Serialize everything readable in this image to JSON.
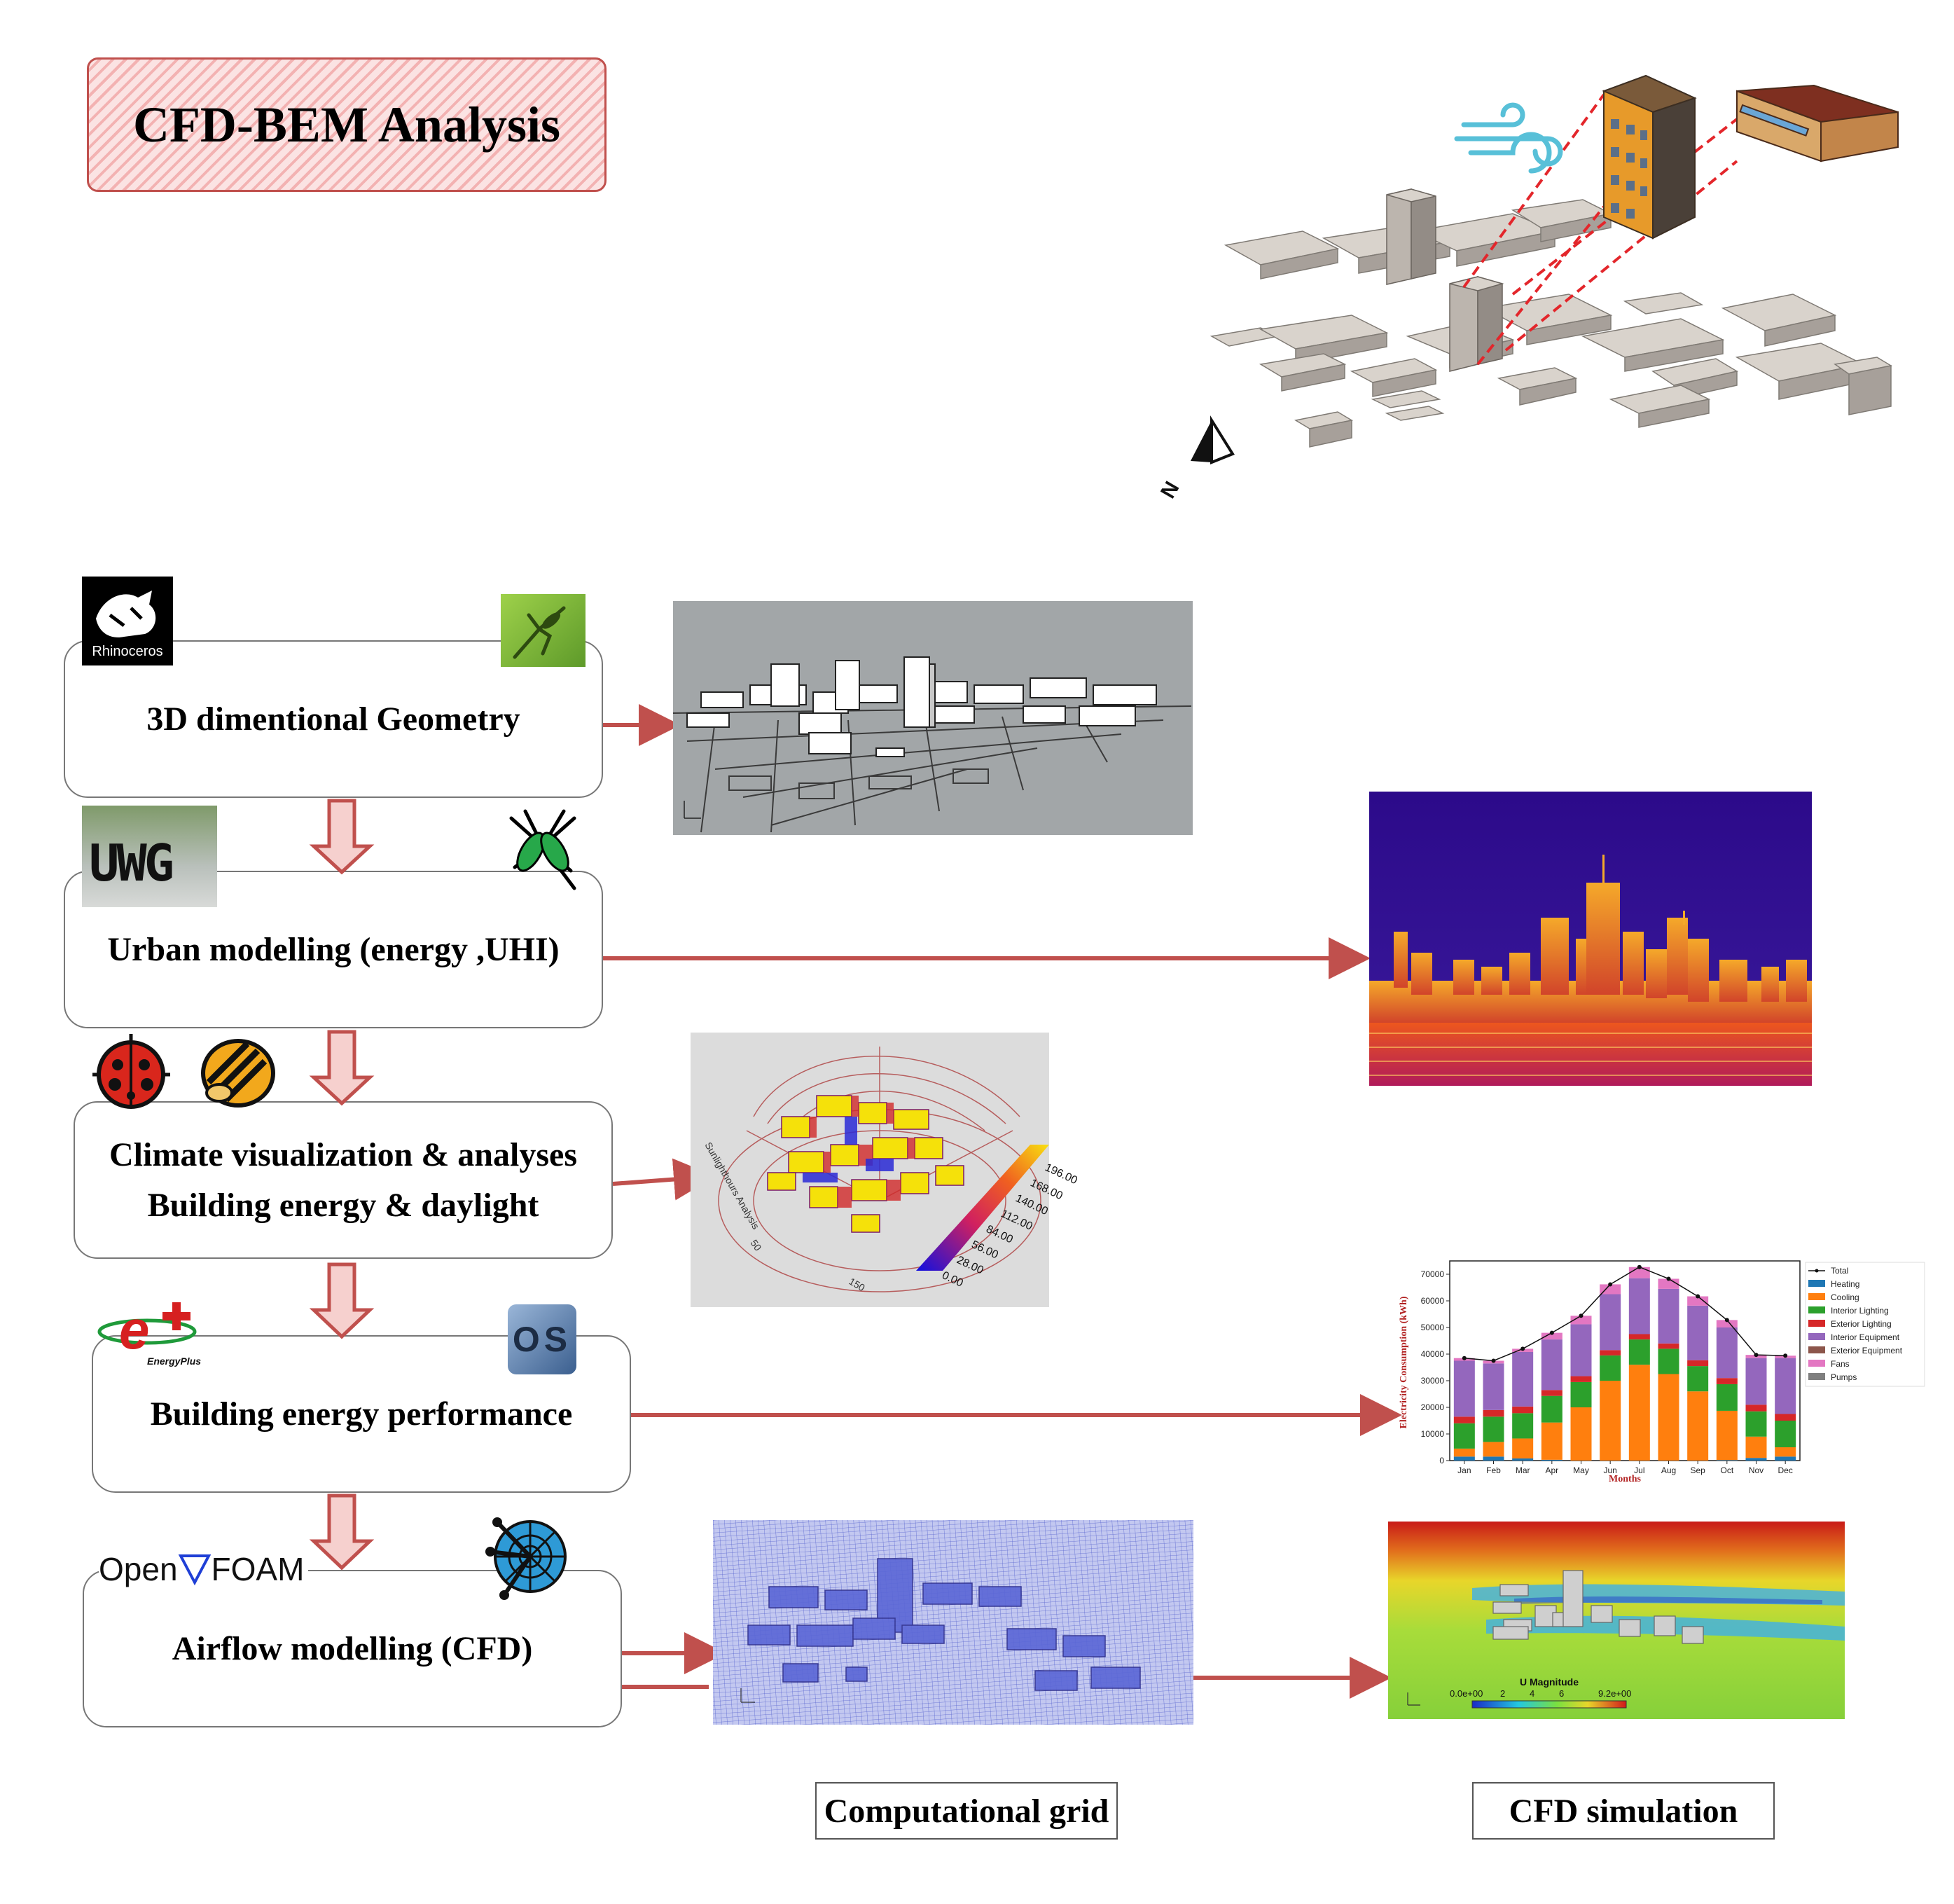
{
  "title": "CFD-BEM Analysis",
  "steps": [
    {
      "lines": [
        "3D dimentional Geometry"
      ]
    },
    {
      "lines": [
        "Urban modelling (energy ,UHI)"
      ]
    },
    {
      "lines": [
        "Climate visualization & analyses",
        "Building energy & daylight"
      ]
    },
    {
      "lines": [
        "Building energy performance"
      ]
    },
    {
      "lines": [
        "Airflow modelling (CFD)"
      ]
    }
  ],
  "logos": {
    "rhino": "Rhinoceros",
    "uwg": "UWG",
    "energyplus": "EnergyPlus",
    "openstudio": "OS",
    "openfoam_left": "Open",
    "openfoam_right": "FOAM"
  },
  "captions": {
    "grid": "Computational grid",
    "cfd": "CFD simulation"
  },
  "ladybug_plot": {
    "label": "Sunlighthours Analysis",
    "scale_ticks": [
      "0.00",
      "28.00",
      "56.00",
      "84.00",
      "112.00",
      "140.00",
      "168.00",
      "196.00"
    ],
    "axis_ticks": [
      "50",
      "150"
    ]
  },
  "cfd_legend": {
    "title": "U Magnitude",
    "ticks": [
      "0.0e+00",
      "2",
      "4",
      "6",
      "9.2e+00"
    ]
  },
  "colors": {
    "arrow": "#c0504d",
    "arrow_fill": "#f6d0ce",
    "title_border": "#c0504d",
    "box_border": "#777777"
  },
  "chart_data": {
    "type": "bar",
    "stacked": true,
    "xlabel": "Months",
    "ylabel": "Electricity Consumption (kWh)",
    "categories": [
      "Jan",
      "Feb",
      "Mar",
      "Apr",
      "May",
      "Jun",
      "Jul",
      "Aug",
      "Sep",
      "Oct",
      "Nov",
      "Dec"
    ],
    "ylim": [
      0,
      75000
    ],
    "yticks": [
      "0",
      "10000",
      "20000",
      "30000",
      "40000",
      "50000",
      "60000",
      "70000"
    ],
    "series": [
      {
        "name": "Heating",
        "color": "#1f77b4",
        "values": [
          1500,
          1500,
          800,
          300,
          0,
          0,
          0,
          0,
          0,
          200,
          1000,
          1500
        ]
      },
      {
        "name": "Cooling",
        "color": "#ff7f0e",
        "values": [
          3000,
          5500,
          7500,
          14000,
          20000,
          30000,
          36000,
          32500,
          26000,
          18500,
          8000,
          3500
        ]
      },
      {
        "name": "Interior Lighting",
        "color": "#2ca02c",
        "values": [
          9500,
          9500,
          9500,
          10000,
          9500,
          9500,
          9500,
          9500,
          9500,
          10000,
          9500,
          10000
        ]
      },
      {
        "name": "Exterior Lighting",
        "color": "#d62728",
        "values": [
          2500,
          2500,
          2500,
          2200,
          2200,
          2000,
          2000,
          2000,
          2200,
          2300,
          2500,
          2500
        ]
      },
      {
        "name": "Interior Equipment",
        "color": "#9467bd",
        "values": [
          21000,
          17500,
          20500,
          19000,
          19500,
          21000,
          21000,
          20500,
          20500,
          19000,
          17500,
          21000
        ]
      },
      {
        "name": "Exterior Equipment",
        "color": "#8c564b",
        "values": [
          0,
          0,
          0,
          0,
          0,
          0,
          0,
          0,
          0,
          0,
          0,
          0
        ]
      },
      {
        "name": "Fans",
        "color": "#e377c2",
        "values": [
          1000,
          1000,
          1200,
          2500,
          3200,
          3700,
          4200,
          3800,
          3500,
          2800,
          1200,
          900
        ]
      },
      {
        "name": "Pumps",
        "color": "#7f7f7f",
        "values": [
          0,
          0,
          0,
          0,
          0,
          0,
          0,
          0,
          0,
          0,
          0,
          0
        ]
      }
    ],
    "total": {
      "name": "Total",
      "values": [
        38500,
        37500,
        42000,
        48000,
        54400,
        66200,
        72700,
        68300,
        61700,
        52800,
        39700,
        39400
      ]
    },
    "legend": "right"
  }
}
